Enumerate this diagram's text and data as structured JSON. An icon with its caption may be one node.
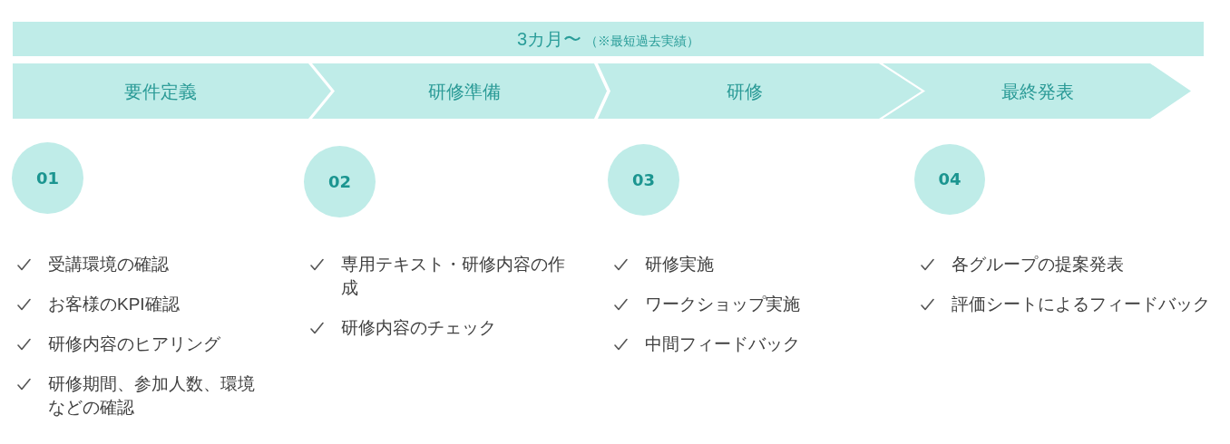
{
  "diagram": {
    "nodes": [
      {
        "text": [
          "3カ月〜",
          "（※最短過去実績）"
        ]
      },
      {
        "text": [
          "要件定義"
        ]
      },
      {
        "text": [
          "研修準備"
        ]
      },
      {
        "text": [
          "研修"
        ]
      },
      {
        "text": [
          "最終発表"
        ]
      },
      {
        "text": [
          "01"
        ],
        "beside": [
          "受講環境の確認",
          "お客様のKPI確認",
          "研修内容のヒアリング",
          "研修期間、参加人数、環境などの確認"
        ]
      },
      {
        "text": [
          "02"
        ],
        "beside": [
          "専用テキスト・研修内容の作成",
          "研修内容のチェック"
        ]
      },
      {
        "text": [
          "03"
        ],
        "beside": [
          "研修実施",
          "ワークショップ実施",
          "中間フィードバック"
        ]
      },
      {
        "text": [
          "04"
        ],
        "beside": [
          "各グループの提案発表",
          "評価シートによるフィードバック"
        ]
      }
    ]
  }
}
